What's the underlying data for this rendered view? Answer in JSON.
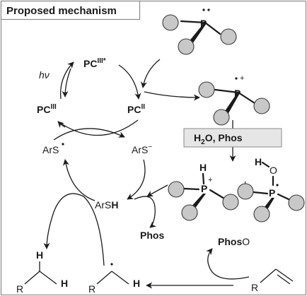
{
  "title": "Proposed mechanism",
  "labels": {
    "hv": "hν",
    "pc": "PC",
    "pc_excited_sup": "III*",
    "pc3_sup": "III",
    "pc2_sup": "II",
    "ars_radical": "ArS",
    "ars_anion": "ArS",
    "ars_anion_sup": "−",
    "arsh_prefix": "ArS",
    "arsh_h": "H",
    "phos": "Phos",
    "reagent_h2o": "H",
    "reagent_sub": "2",
    "reagent_o": "O, ",
    "reagent_phos": "Phos",
    "phos_oxide_phos": "Phos",
    "phos_oxide_o": "O",
    "plus": "+",
    "cation_plus": "+",
    "radical_cation_mark": "+",
    "p_atom": "P",
    "h_atom": "H",
    "o_atom": "O",
    "r_group": "R"
  },
  "colors": {
    "atom_fill": "#c8c8c8",
    "reagent_box_fill": "#e6e6e6",
    "ink": "#1a1a1a"
  }
}
